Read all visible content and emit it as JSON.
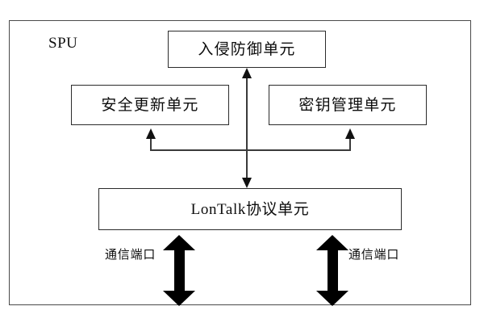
{
  "diagram": {
    "title": "SPU",
    "container_label": "SPU",
    "blocks": [
      {
        "id": "ips",
        "label": "入侵防御单元"
      },
      {
        "id": "update",
        "label": "安全更新单元"
      },
      {
        "id": "key",
        "label": "密钥管理单元"
      },
      {
        "id": "lontalk",
        "label": "LonTalk协议单元"
      }
    ],
    "ports": [
      {
        "id": "left",
        "label": "通信端口"
      },
      {
        "id": "right",
        "label": "通信端口"
      }
    ],
    "colors": {
      "frame_stroke": "#4a4a4a",
      "box_stroke": "#2b2b2b",
      "connector": "#3a3a3a",
      "arrow_fill": "#000000",
      "text": "#0d0d0d",
      "background": "#ffffff"
    }
  }
}
